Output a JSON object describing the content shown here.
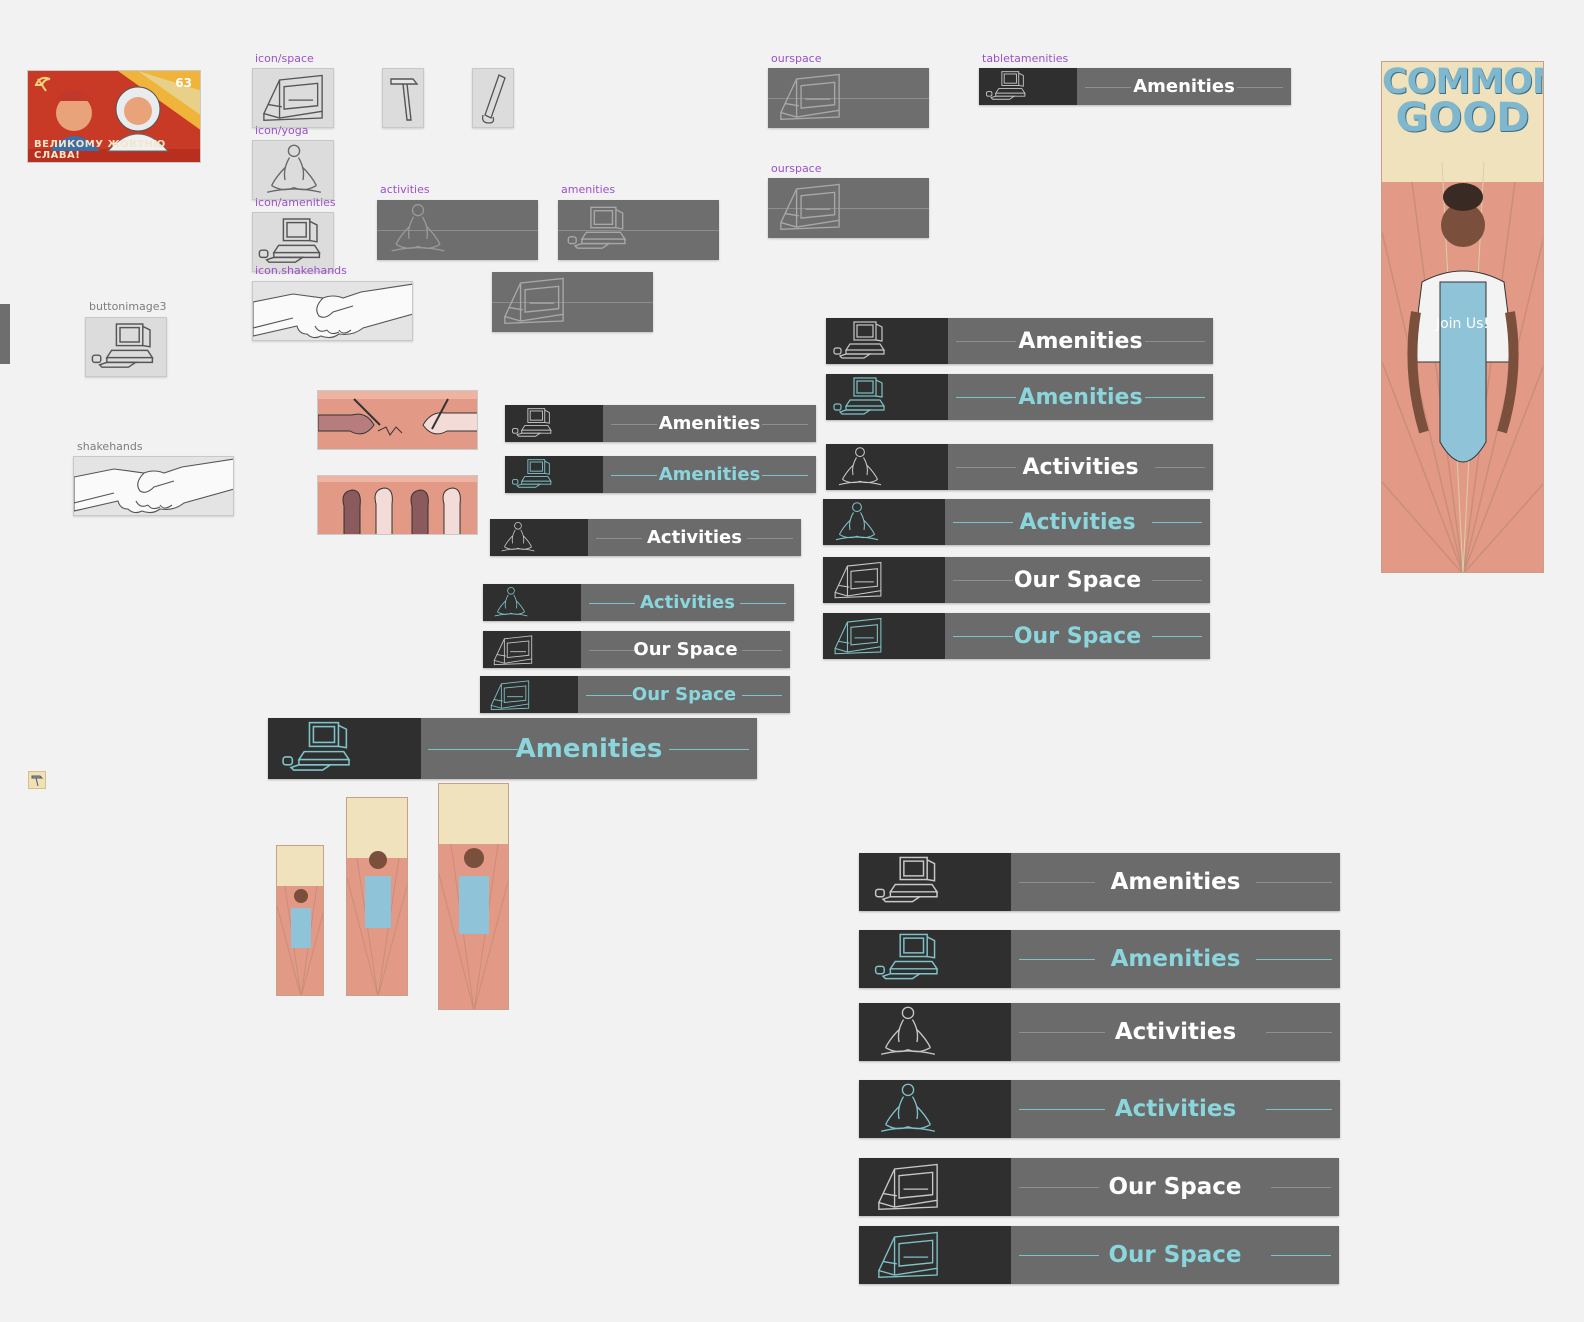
{
  "labels": {
    "icon_space": "icon/space",
    "icon_yoga": "icon/yoga",
    "icon_amenities": "icon/amenities",
    "icon_shakehands": "icon.shakehands",
    "activities": "activities",
    "amenities": "amenities",
    "ourspace_1": "ourspace",
    "ourspace_2": "ourspace",
    "tabletamenities": "tabletamenities",
    "buttonimage3": "buttonimage3",
    "shakehands": "shakehands"
  },
  "soviet_poster": {
    "badge": "63",
    "banner": "ВЕЛИКОМУ ЖОВТНЮ СЛАВА!"
  },
  "common_good": {
    "title_line1": "COMMON",
    "title_line2": "GOOD",
    "apron_text": "Join Us!"
  },
  "buttons": {
    "tablet_amenities": "Amenities",
    "small_amenities_white": "Amenities",
    "small_amenities_teal": "Amenities",
    "small_activities_white": "Activities",
    "small_activities_teal": "Activities",
    "small_ourspace_white": "Our Space",
    "small_ourspace_teal": "Our Space",
    "wide_amenities_teal": "Amenities",
    "mid_amenities_white": "Amenities",
    "mid_amenities_teal": "Amenities",
    "mid_activities_white": "Activities",
    "mid_activities_teal": "Activities",
    "mid_ourspace_white": "Our Space",
    "mid_ourspace_teal": "Our Space",
    "large_amenities_white": "Amenities",
    "large_amenities_teal": "Amenities",
    "large_activities_white": "Activities",
    "large_activities_teal": "Activities",
    "large_ourspace_white": "Our Space",
    "large_ourspace_teal": "Our Space"
  },
  "colors": {
    "canvas": "#f2f2f2",
    "button_gray": "#6b6b6b",
    "button_dark": "#2f2f2f",
    "teal_text": "#8ad6dc",
    "label_purple": "#9b51c8",
    "salmon": "#e29a86"
  },
  "icons": [
    "space-icon",
    "yoga-icon",
    "computer-icon",
    "handshake-icon",
    "hammer-icon",
    "saw-icon",
    "hands-signing-icon",
    "raised-fists-icon",
    "hammer-sickle-icon"
  ]
}
